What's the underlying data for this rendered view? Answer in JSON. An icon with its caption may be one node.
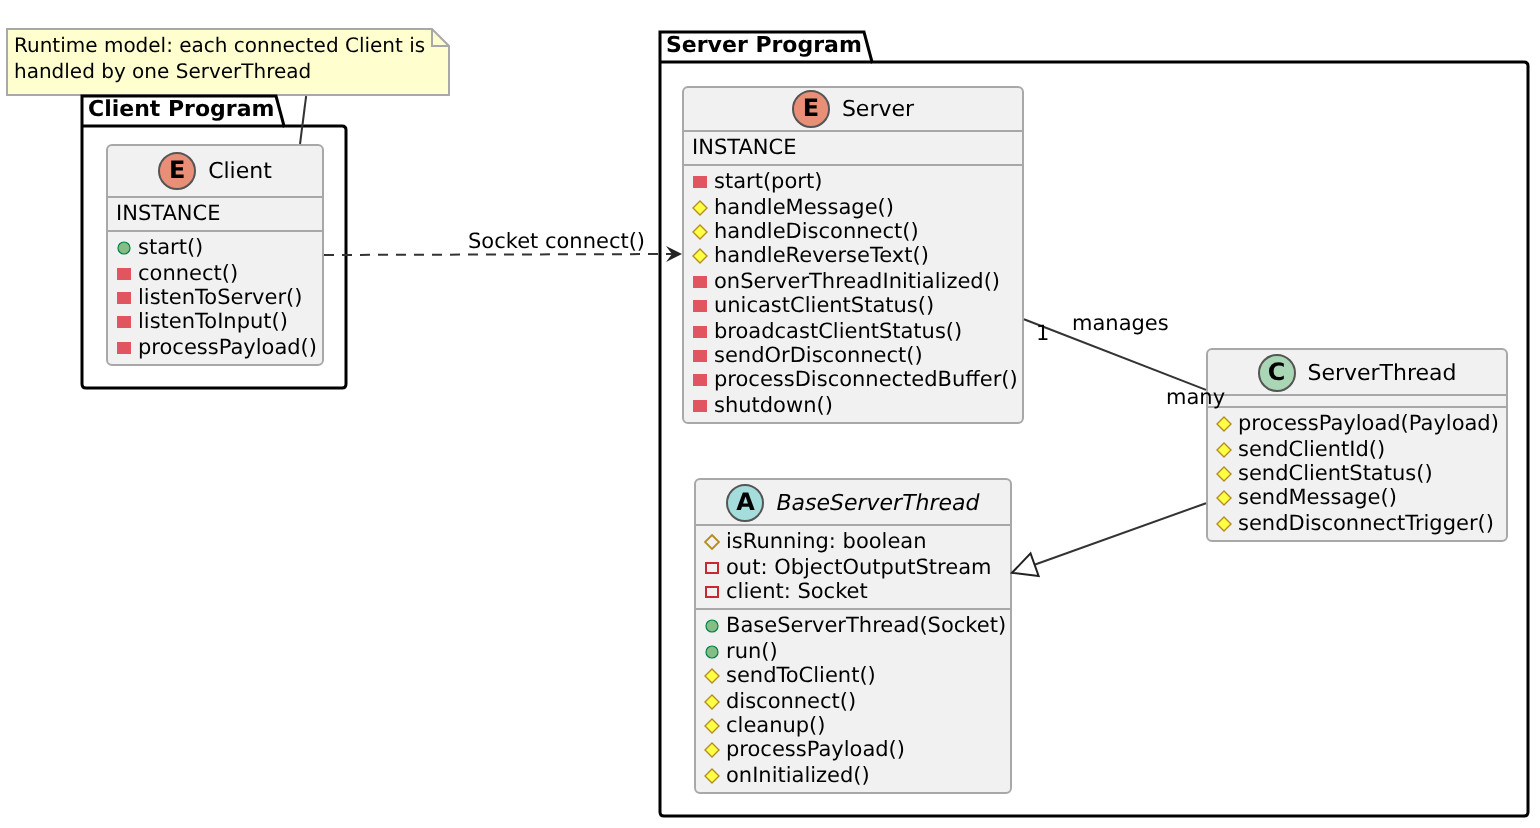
{
  "diagram": {
    "nodes": [
      {
        "text": [
          "Runtime model: each connected Client is handled by one ServerThread"
        ]
      },
      {
        "text": [
          "Client Program"
        ]
      },
      {
        "text": [
          "E",
          "Client",
          "INSTANCE",
          "start()",
          "connect()",
          "listenToServer()",
          "listenToInput()",
          "processPayload()"
        ],
        "in": 1
      },
      {
        "text": [
          "Server Program"
        ]
      },
      {
        "text": [
          "E",
          "Server",
          "INSTANCE",
          "start(port)",
          "handleMessage()",
          "handleDisconnect()",
          "handleReverseText()",
          "onServerThreadInitialized()",
          "unicastClientStatus()",
          "broadcastClientStatus()",
          "sendOrDisconnect()",
          "processDisconnectedBuffer()",
          "shutdown()"
        ],
        "in": 3
      },
      {
        "text": [
          "C",
          "ServerThread",
          "processPayload(Payload)",
          "sendClientId()",
          "sendClientStatus()",
          "sendMessage()",
          "sendDisconnectTrigger()"
        ],
        "in": 3
      },
      {
        "text": [
          "A",
          "BaseServerThread",
          "isRunning: boolean",
          "out: ObjectOutputStream",
          "client: Socket",
          "BaseServerThread(Socket)",
          "run()",
          "sendToClient()",
          "disconnect()",
          "cleanup()",
          "processPayload()",
          "onInitialized()"
        ],
        "in": 3
      }
    ],
    "edges": [
      {
        "from": 0,
        "to": 2,
        "arrow": "none"
      },
      {
        "from": 2,
        "to": 4,
        "arrow": "to",
        "label": "Socket connect()",
        "style": "dashed"
      },
      {
        "from": 4,
        "to": 5,
        "arrow": "none",
        "label": "manages"
      },
      {
        "from": 5,
        "to": 6,
        "arrow": "to"
      }
    ],
    "labels": [
      "1",
      "many"
    ]
  }
}
